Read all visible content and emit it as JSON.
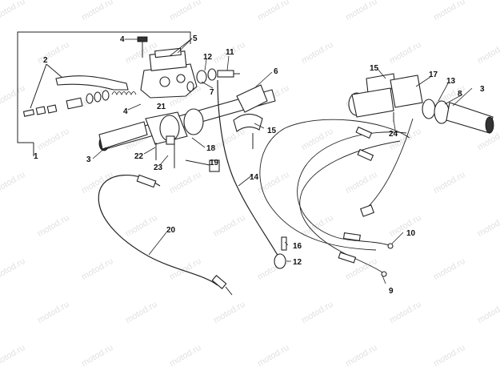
{
  "watermark": "motod.ru",
  "callouts": [
    "1",
    "2",
    "3",
    "4",
    "5",
    "6",
    "7",
    "8",
    "9",
    "10",
    "11",
    "12",
    "13",
    "14",
    "15",
    "16",
    "17",
    "18",
    "19",
    "20",
    "21",
    "22",
    "23",
    "24"
  ]
}
